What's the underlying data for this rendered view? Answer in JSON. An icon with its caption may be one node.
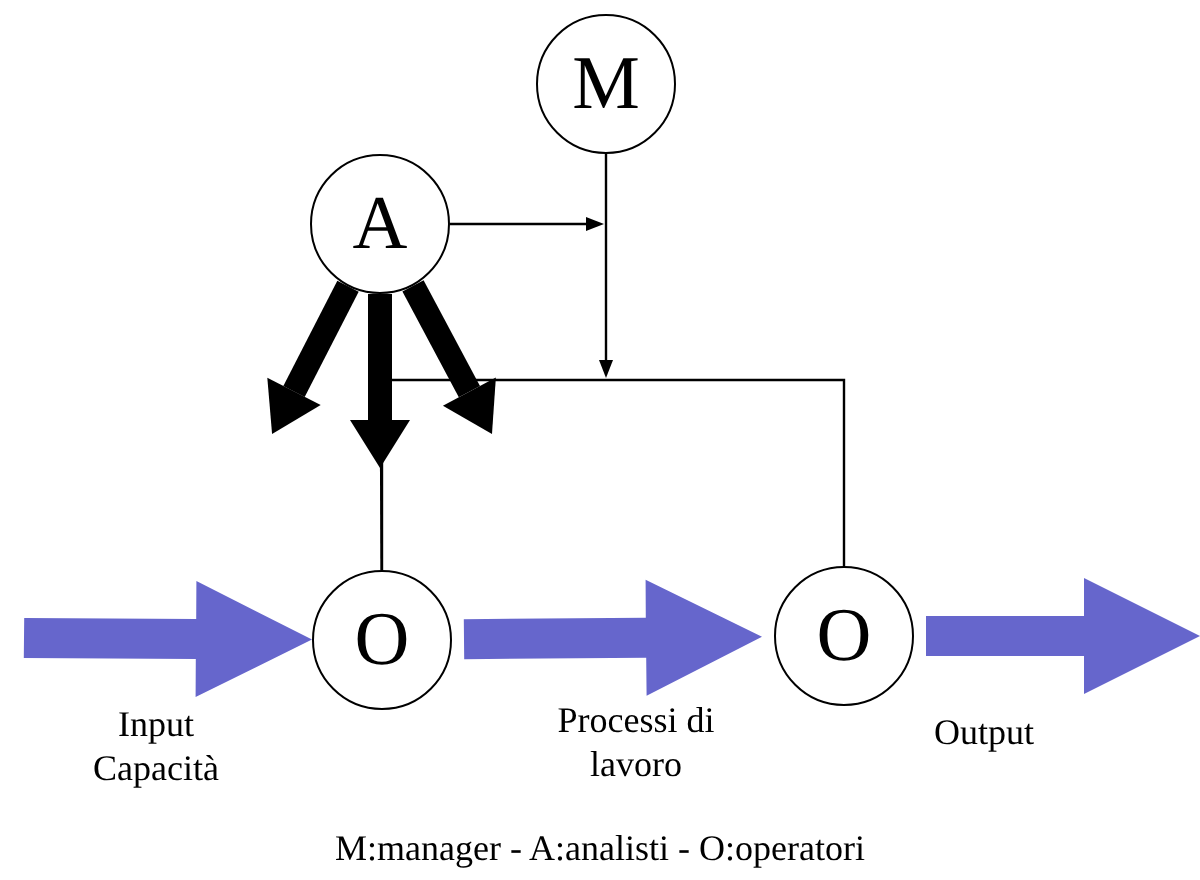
{
  "diagram": {
    "caption": "M:manager - A:analisti - O:operatori",
    "nodes": [
      {
        "text": [
          "M"
        ]
      },
      {
        "text": [
          "A"
        ]
      },
      {
        "text": [
          "O"
        ]
      },
      {
        "text": [
          "O"
        ]
      }
    ],
    "edges": [
      {
        "from": 1,
        "to": null,
        "arrow": "to"
      },
      {
        "from": 0,
        "to": null,
        "arrow": "to"
      },
      {
        "from": 2,
        "to": 3,
        "arrow": "none"
      },
      {
        "from": 2,
        "to": 1,
        "arrow": "none"
      },
      {
        "from": 1,
        "to": null,
        "arrow": "to",
        "style": "thick"
      },
      {
        "from": 1,
        "to": null,
        "arrow": "to",
        "style": "thick"
      },
      {
        "from": 1,
        "to": null,
        "arrow": "to",
        "style": "thick"
      },
      {
        "from": null,
        "to": 2,
        "arrow": "to",
        "style": "thick",
        "color": "#6666cc",
        "label": "Input Capacità"
      },
      {
        "from": 2,
        "to": 3,
        "arrow": "to",
        "style": "thick",
        "color": "#6666cc",
        "label": "Processi di lavoro"
      },
      {
        "from": 3,
        "to": null,
        "arrow": "to",
        "style": "thick",
        "color": "#6666cc",
        "label": "Output"
      }
    ]
  }
}
